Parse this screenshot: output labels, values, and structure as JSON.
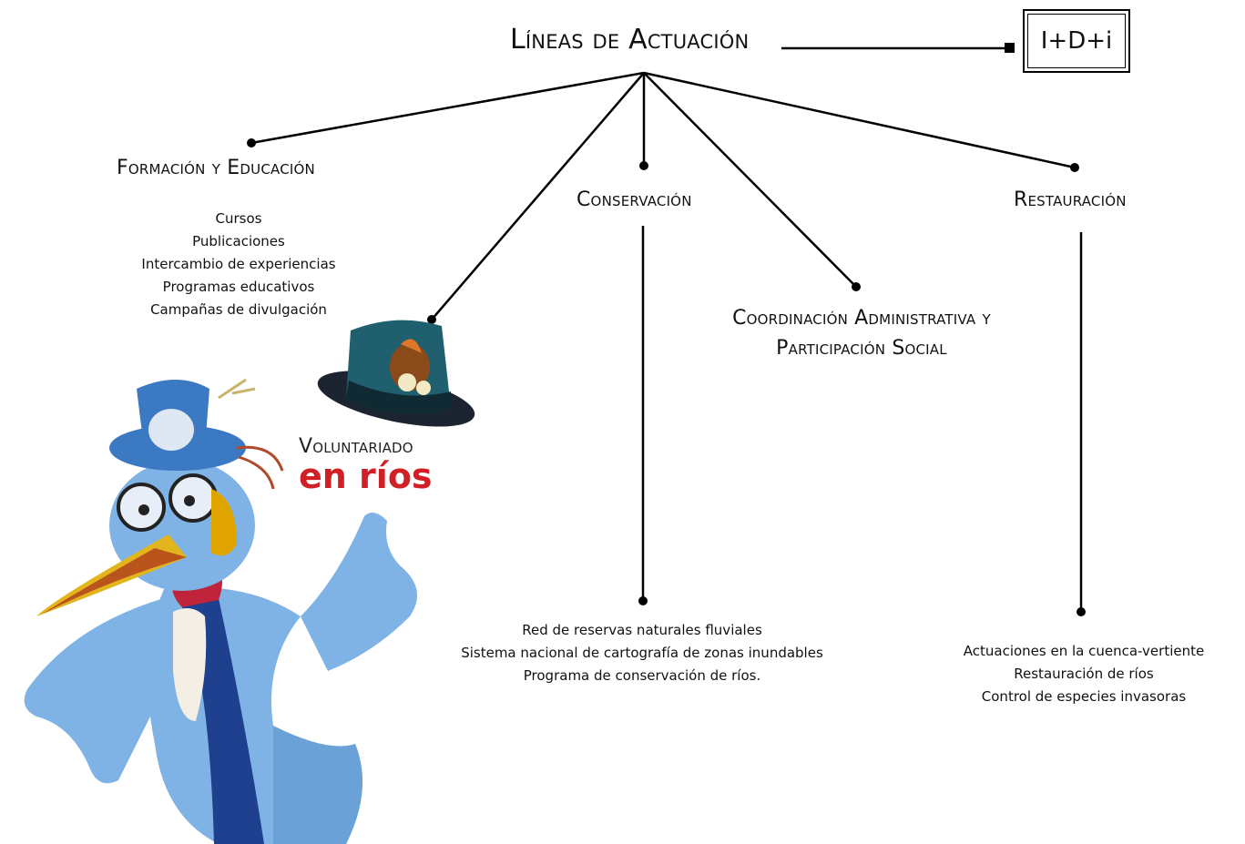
{
  "title": "Líneas de Actuación",
  "idi_box": {
    "label": "I+D+i"
  },
  "branches": {
    "formacion": {
      "title": "Formación y Educación",
      "items": [
        "Cursos",
        "Publicaciones",
        "Intercambio de experiencias",
        "Programas educativos",
        "Campañas de divulgación"
      ]
    },
    "conservacion": {
      "title": "Conservación",
      "items": [
        "Red de reservas naturales fluviales",
        "Sistema nacional de cartografía de zonas inundables",
        "Programa de conservación de ríos."
      ]
    },
    "coordinacion": {
      "title_line1": "Coordinación Administrativa y",
      "title_line2": "Participación Social"
    },
    "restauracion": {
      "title": "Restauración",
      "items": [
        "Actuaciones en la cuenca-vertiente",
        "Restauración de ríos",
        "Control de especies invasoras"
      ]
    }
  },
  "logo": {
    "line1": "Voluntariado",
    "line2": "en ríos"
  },
  "colors": {
    "line": "#000000",
    "logo_red": "#d11f26",
    "mascot_blue": "#7fb3e6",
    "mascot_dark": "#1f3f8f"
  }
}
